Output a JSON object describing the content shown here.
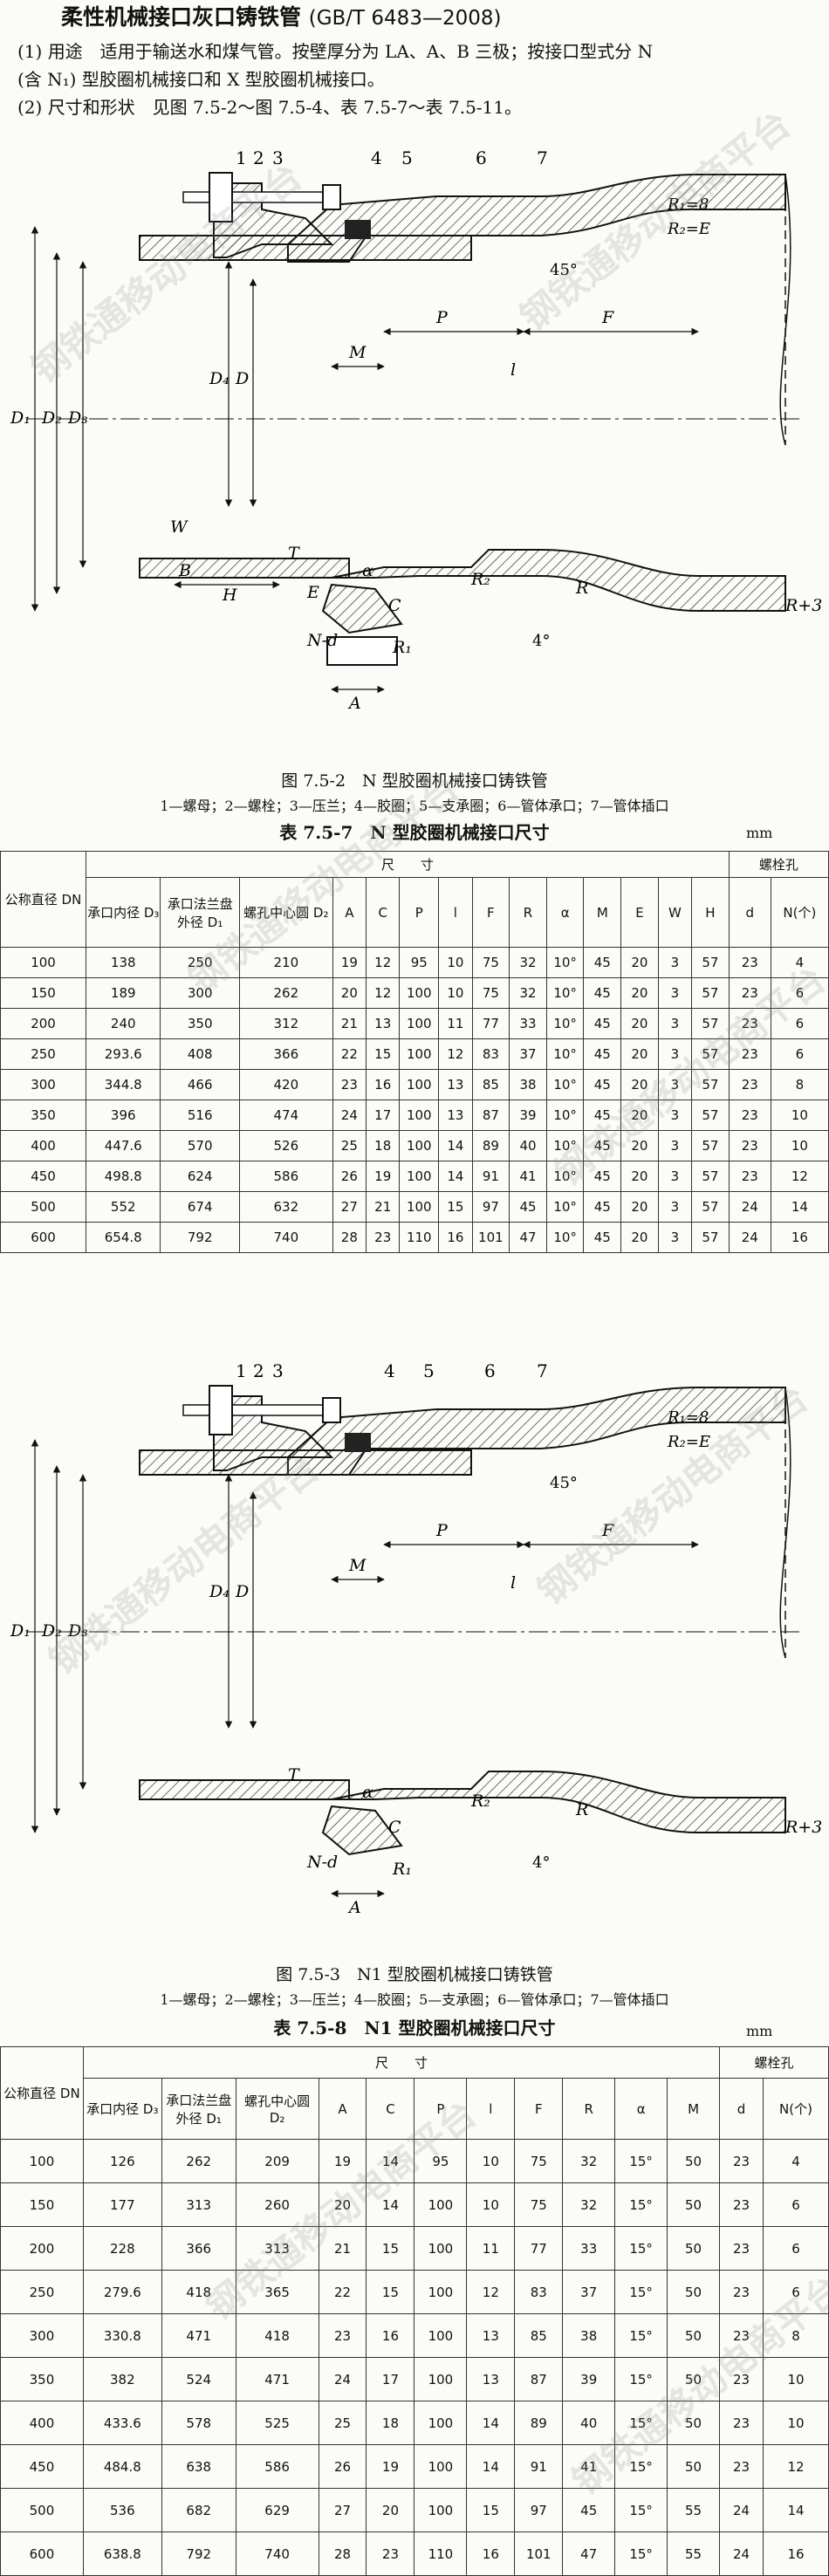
{
  "title": "柔性机械接口灰口铸铁管",
  "standard": "(GB/T 6483—2008)",
  "para1": "(1) 用途　适用于输送水和煤气管。按壁厚分为 LA、A、B 三极；按接口型式分 N",
  "para1b": "(含 N₁) 型胶圈机械接口和 X 型胶圈机械接口。",
  "para2": "(2) 尺寸和形状　见图 7.5-2～图 7.5-4、表 7.5-7～表 7.5-11。",
  "fig1": {
    "caption": "图 7.5-2　N 型胶圈机械接口铸铁管",
    "legend": "1—螺母；2—螺栓；3—压兰；4—胶圈；5—支承圈；6—管体承口；7—管体插口",
    "numbers": [
      "1",
      "2",
      "3",
      "4",
      "5",
      "6",
      "7"
    ],
    "r_labels": [
      "R₁=8",
      "R₂=E"
    ],
    "dims": [
      "D₁",
      "D₂",
      "D₃",
      "D₄",
      "D",
      "M",
      "P",
      "F",
      "l",
      "W",
      "B",
      "H",
      "T",
      "E",
      "N-d",
      "A",
      "R₁",
      "R₂",
      "R",
      "R+3",
      "C",
      "α",
      "45°",
      "4°"
    ]
  },
  "table1": {
    "caption": "表 7.5-7　N 型胶圈机械接口尺寸",
    "unit": "mm",
    "head_size": "尺　　寸",
    "head_bolt": "螺栓孔",
    "columns": [
      "公称直径 DN",
      "承口内径 D₃",
      "承口法兰盘外径 D₁",
      "螺孔中心圆 D₂",
      "A",
      "C",
      "P",
      "l",
      "F",
      "R",
      "α",
      "M",
      "E",
      "W",
      "H",
      "d",
      "N(个)"
    ],
    "rows": [
      [
        "100",
        "138",
        "250",
        "210",
        "19",
        "12",
        "95",
        "10",
        "75",
        "32",
        "10°",
        "45",
        "20",
        "3",
        "57",
        "23",
        "4"
      ],
      [
        "150",
        "189",
        "300",
        "262",
        "20",
        "12",
        "100",
        "10",
        "75",
        "32",
        "10°",
        "45",
        "20",
        "3",
        "57",
        "23",
        "6"
      ],
      [
        "200",
        "240",
        "350",
        "312",
        "21",
        "13",
        "100",
        "11",
        "77",
        "33",
        "10°",
        "45",
        "20",
        "3",
        "57",
        "23",
        "6"
      ],
      [
        "250",
        "293.6",
        "408",
        "366",
        "22",
        "15",
        "100",
        "12",
        "83",
        "37",
        "10°",
        "45",
        "20",
        "3",
        "57",
        "23",
        "6"
      ],
      [
        "300",
        "344.8",
        "466",
        "420",
        "23",
        "16",
        "100",
        "13",
        "85",
        "38",
        "10°",
        "45",
        "20",
        "3",
        "57",
        "23",
        "8"
      ],
      [
        "350",
        "396",
        "516",
        "474",
        "24",
        "17",
        "100",
        "13",
        "87",
        "39",
        "10°",
        "45",
        "20",
        "3",
        "57",
        "23",
        "10"
      ],
      [
        "400",
        "447.6",
        "570",
        "526",
        "25",
        "18",
        "100",
        "14",
        "89",
        "40",
        "10°",
        "45",
        "20",
        "3",
        "57",
        "23",
        "10"
      ],
      [
        "450",
        "498.8",
        "624",
        "586",
        "26",
        "19",
        "100",
        "14",
        "91",
        "41",
        "10°",
        "45",
        "20",
        "3",
        "57",
        "23",
        "12"
      ],
      [
        "500",
        "552",
        "674",
        "632",
        "27",
        "21",
        "100",
        "15",
        "97",
        "45",
        "10°",
        "45",
        "20",
        "3",
        "57",
        "24",
        "14"
      ],
      [
        "600",
        "654.8",
        "792",
        "740",
        "28",
        "23",
        "110",
        "16",
        "101",
        "47",
        "10°",
        "45",
        "20",
        "3",
        "57",
        "24",
        "16"
      ]
    ]
  },
  "fig2": {
    "caption": "图 7.5-3　N1 型胶圈机械接口铸铁管",
    "legend": "1—螺母；2—螺栓；3—压兰；4—胶圈；5—支承圈；6—管体承口；7—管体插口",
    "numbers": [
      "1",
      "2",
      "3",
      "4",
      "5",
      "6",
      "7"
    ],
    "r_labels": [
      "R₁=8",
      "R₂=E"
    ]
  },
  "table2": {
    "caption": "表 7.5-8　N1 型胶圈机械接口尺寸",
    "unit": "mm",
    "head_size": "尺　　寸",
    "head_bolt": "螺栓孔",
    "columns": [
      "公称直径 DN",
      "承口内径 D₃",
      "承口法兰盘外径 D₁",
      "螺孔中心圆 D₂",
      "A",
      "C",
      "P",
      "l",
      "F",
      "R",
      "α",
      "M",
      "d",
      "N(个)"
    ],
    "rows": [
      [
        "100",
        "126",
        "262",
        "209",
        "19",
        "14",
        "95",
        "10",
        "75",
        "32",
        "15°",
        "50",
        "23",
        "4"
      ],
      [
        "150",
        "177",
        "313",
        "260",
        "20",
        "14",
        "100",
        "10",
        "75",
        "32",
        "15°",
        "50",
        "23",
        "6"
      ],
      [
        "200",
        "228",
        "366",
        "313",
        "21",
        "15",
        "100",
        "11",
        "77",
        "33",
        "15°",
        "50",
        "23",
        "6"
      ],
      [
        "250",
        "279.6",
        "418",
        "365",
        "22",
        "15",
        "100",
        "12",
        "83",
        "37",
        "15°",
        "50",
        "23",
        "6"
      ],
      [
        "300",
        "330.8",
        "471",
        "418",
        "23",
        "16",
        "100",
        "13",
        "85",
        "38",
        "15°",
        "50",
        "23",
        "8"
      ],
      [
        "350",
        "382",
        "524",
        "471",
        "24",
        "17",
        "100",
        "13",
        "87",
        "39",
        "15°",
        "50",
        "23",
        "10"
      ],
      [
        "400",
        "433.6",
        "578",
        "525",
        "25",
        "18",
        "100",
        "14",
        "89",
        "40",
        "15°",
        "50",
        "23",
        "10"
      ],
      [
        "450",
        "484.8",
        "638",
        "586",
        "26",
        "19",
        "100",
        "14",
        "91",
        "41",
        "15°",
        "50",
        "23",
        "12"
      ],
      [
        "500",
        "536",
        "682",
        "629",
        "27",
        "20",
        "100",
        "15",
        "97",
        "45",
        "15°",
        "55",
        "24",
        "14"
      ],
      [
        "600",
        "638.8",
        "792",
        "740",
        "28",
        "23",
        "110",
        "16",
        "101",
        "47",
        "15°",
        "55",
        "24",
        "16"
      ]
    ]
  },
  "watermark": "钢铁通移动电商平台"
}
